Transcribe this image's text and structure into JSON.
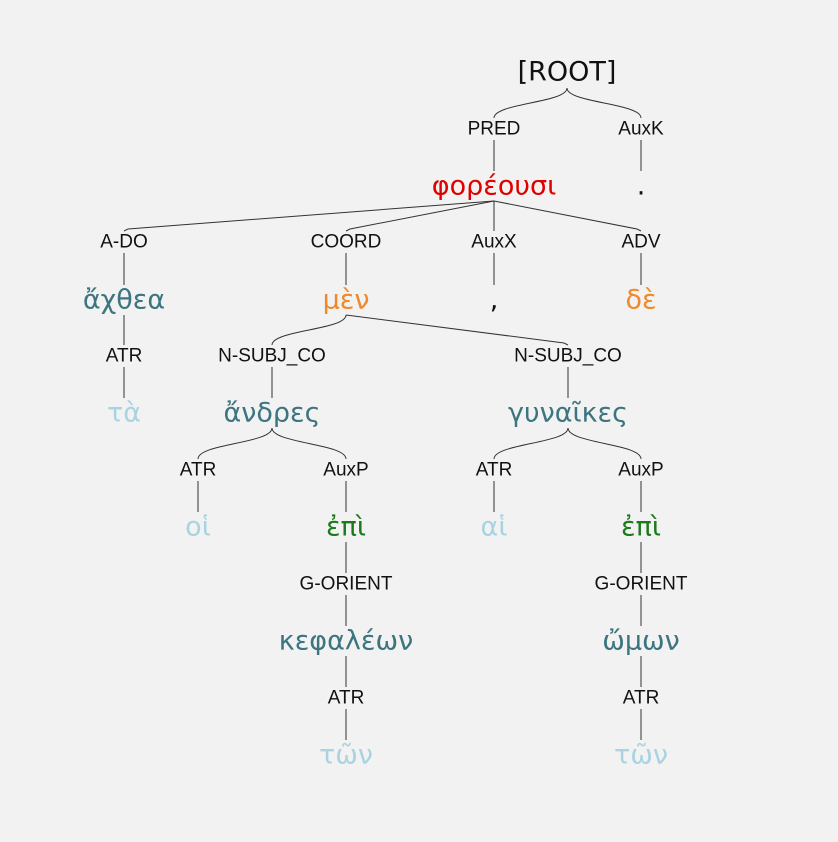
{
  "colors": {
    "background": "#f2f2f2",
    "edge": "#333333",
    "relation_text": "#111111",
    "verb": "#e00000",
    "particle": "#f0892a",
    "noun": "#3c7480",
    "article": "#a8d4e2",
    "preposition": "#1b7a1b",
    "punctuation": "#111111"
  },
  "tree": {
    "root": "[ROOT]",
    "nodes": {
      "n_root": {
        "kind": "root",
        "text": "[ROOT]"
      },
      "r_pred": {
        "kind": "rel",
        "text": "PRED"
      },
      "w_foreousi": {
        "kind": "word",
        "text": "φορέουσι",
        "pos": "verb"
      },
      "r_auxk": {
        "kind": "rel",
        "text": "AuxK"
      },
      "w_period": {
        "kind": "word",
        "text": ".",
        "pos": "punctuation"
      },
      "r_ado": {
        "kind": "rel",
        "text": "A-DO"
      },
      "w_achthea": {
        "kind": "word",
        "text": "ἄχθεα",
        "pos": "noun"
      },
      "r_atr1": {
        "kind": "rel",
        "text": "ATR"
      },
      "w_ta": {
        "kind": "word",
        "text": "τὰ",
        "pos": "article"
      },
      "r_coord": {
        "kind": "rel",
        "text": "COORD"
      },
      "w_men": {
        "kind": "word",
        "text": "μὲν",
        "pos": "particle"
      },
      "r_auxx": {
        "kind": "rel",
        "text": "AuxX"
      },
      "w_comma": {
        "kind": "word",
        "text": ",",
        "pos": "punctuation"
      },
      "r_adv": {
        "kind": "rel",
        "text": "ADV"
      },
      "w_de": {
        "kind": "word",
        "text": "δὲ",
        "pos": "particle"
      },
      "r_nsubj1": {
        "kind": "rel",
        "text": "N-SUBJ_CO"
      },
      "w_andres": {
        "kind": "word",
        "text": "ἄνδρες",
        "pos": "noun"
      },
      "r_nsubj2": {
        "kind": "rel",
        "text": "N-SUBJ_CO"
      },
      "w_gynaikes": {
        "kind": "word",
        "text": "γυναῖκες",
        "pos": "noun"
      },
      "r_atr2": {
        "kind": "rel",
        "text": "ATR"
      },
      "w_hoi": {
        "kind": "word",
        "text": "οἱ",
        "pos": "article"
      },
      "r_auxp1": {
        "kind": "rel",
        "text": "AuxP"
      },
      "w_epi1": {
        "kind": "word",
        "text": "ἐπὶ",
        "pos": "preposition"
      },
      "r_atr3": {
        "kind": "rel",
        "text": "ATR"
      },
      "w_hai": {
        "kind": "word",
        "text": "αἱ",
        "pos": "article"
      },
      "r_auxp2": {
        "kind": "rel",
        "text": "AuxP"
      },
      "w_epi2": {
        "kind": "word",
        "text": "ἐπὶ",
        "pos": "preposition"
      },
      "r_gorient1": {
        "kind": "rel",
        "text": "G-ORIENT"
      },
      "w_kefaleon": {
        "kind": "word",
        "text": "κεφαλέων",
        "pos": "noun"
      },
      "r_gorient2": {
        "kind": "rel",
        "text": "G-ORIENT"
      },
      "w_omon": {
        "kind": "word",
        "text": "ὤμων",
        "pos": "noun"
      },
      "r_atr4": {
        "kind": "rel",
        "text": "ATR"
      },
      "w_ton1": {
        "kind": "word",
        "text": "τῶν",
        "pos": "article"
      },
      "r_atr5": {
        "kind": "rel",
        "text": "ATR"
      },
      "w_ton2": {
        "kind": "word",
        "text": "τῶν",
        "pos": "article"
      }
    },
    "edges": [
      [
        "n_root",
        "r_pred"
      ],
      [
        "n_root",
        "r_auxk"
      ],
      [
        "r_pred",
        "w_foreousi"
      ],
      [
        "r_auxk",
        "w_period"
      ],
      [
        "w_foreousi",
        "r_ado"
      ],
      [
        "w_foreousi",
        "r_coord"
      ],
      [
        "w_foreousi",
        "r_auxx"
      ],
      [
        "w_foreousi",
        "r_adv"
      ],
      [
        "r_ado",
        "w_achthea"
      ],
      [
        "r_coord",
        "w_men"
      ],
      [
        "r_auxx",
        "w_comma"
      ],
      [
        "r_adv",
        "w_de"
      ],
      [
        "w_achthea",
        "r_atr1"
      ],
      [
        "r_atr1",
        "w_ta"
      ],
      [
        "w_men",
        "r_nsubj1"
      ],
      [
        "w_men",
        "r_nsubj2"
      ],
      [
        "r_nsubj1",
        "w_andres"
      ],
      [
        "r_nsubj2",
        "w_gynaikes"
      ],
      [
        "w_andres",
        "r_atr2"
      ],
      [
        "w_andres",
        "r_auxp1"
      ],
      [
        "w_gynaikes",
        "r_atr3"
      ],
      [
        "w_gynaikes",
        "r_auxp2"
      ],
      [
        "r_atr2",
        "w_hoi"
      ],
      [
        "r_auxp1",
        "w_epi1"
      ],
      [
        "r_atr3",
        "w_hai"
      ],
      [
        "r_auxp2",
        "w_epi2"
      ],
      [
        "w_epi1",
        "r_gorient1"
      ],
      [
        "w_epi2",
        "r_gorient2"
      ],
      [
        "r_gorient1",
        "w_kefaleon"
      ],
      [
        "r_gorient2",
        "w_omon"
      ],
      [
        "w_kefaleon",
        "r_atr4"
      ],
      [
        "w_omon",
        "r_atr5"
      ],
      [
        "r_atr4",
        "w_ton1"
      ],
      [
        "r_atr5",
        "w_ton2"
      ]
    ]
  }
}
